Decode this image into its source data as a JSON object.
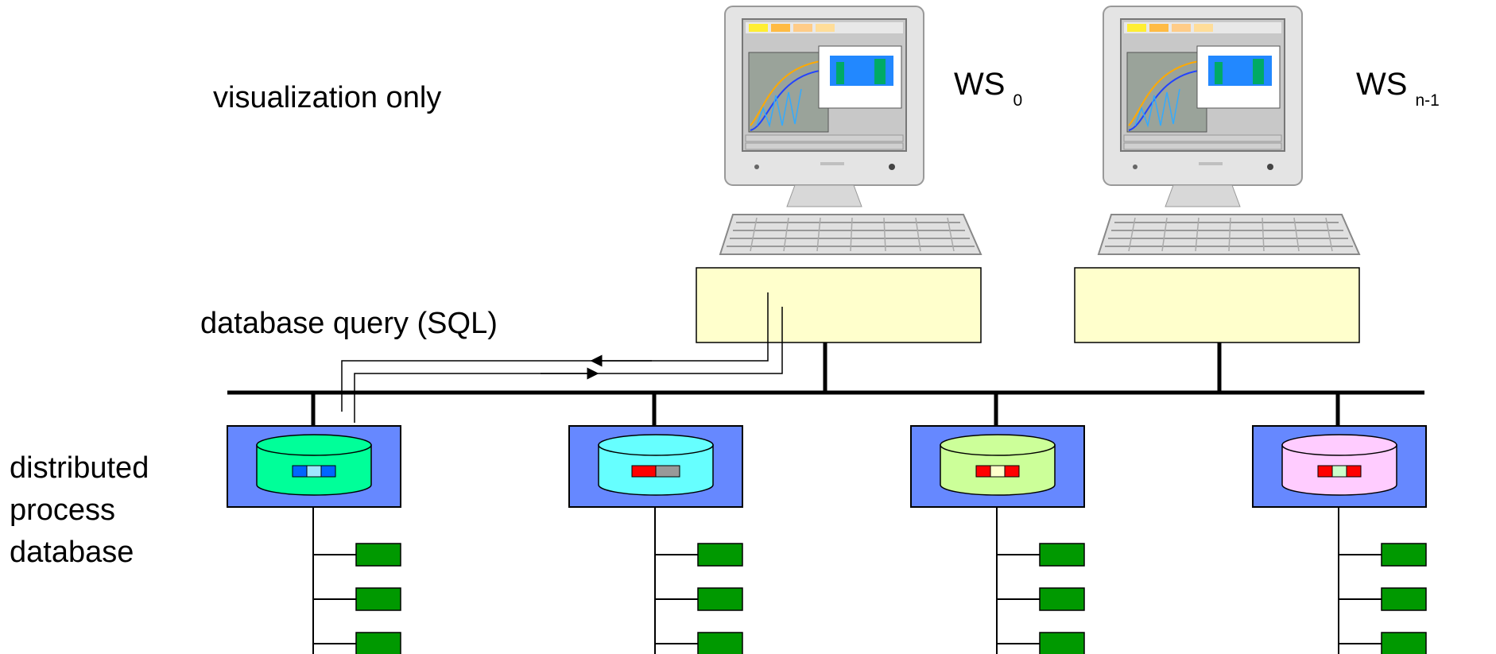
{
  "labels": {
    "visualization": "visualization only",
    "query": "database query (SQL)",
    "database_lines": [
      "distributed",
      "process",
      "database"
    ]
  },
  "workstations": [
    {
      "name": "WS",
      "subscript": "0"
    },
    {
      "name": "WS",
      "subscript": "n-1"
    }
  ],
  "databases": [
    {
      "id": "db-0",
      "box_color": "#6688ff",
      "disk_color": "#00ff99",
      "segments": [
        "#0066ff",
        "#9fe6ff",
        "#0066ff"
      ]
    },
    {
      "id": "db-1",
      "box_color": "#6688ff",
      "disk_color": "#66ffff",
      "segments": [
        "#ff0000",
        "#999999"
      ]
    },
    {
      "id": "db-2",
      "box_color": "#6688ff",
      "disk_color": "#ccff99",
      "segments": [
        "#ff0000",
        "#ffffcc",
        "#ff0000"
      ]
    },
    {
      "id": "db-3",
      "box_color": "#6688ff",
      "disk_color": "#ffccff",
      "segments": [
        "#ff0000",
        "#ccffcc",
        "#ff0000"
      ]
    }
  ],
  "colors": {
    "server_box": "#ffffcc",
    "field_device": "#009900",
    "bus": "#000000"
  }
}
